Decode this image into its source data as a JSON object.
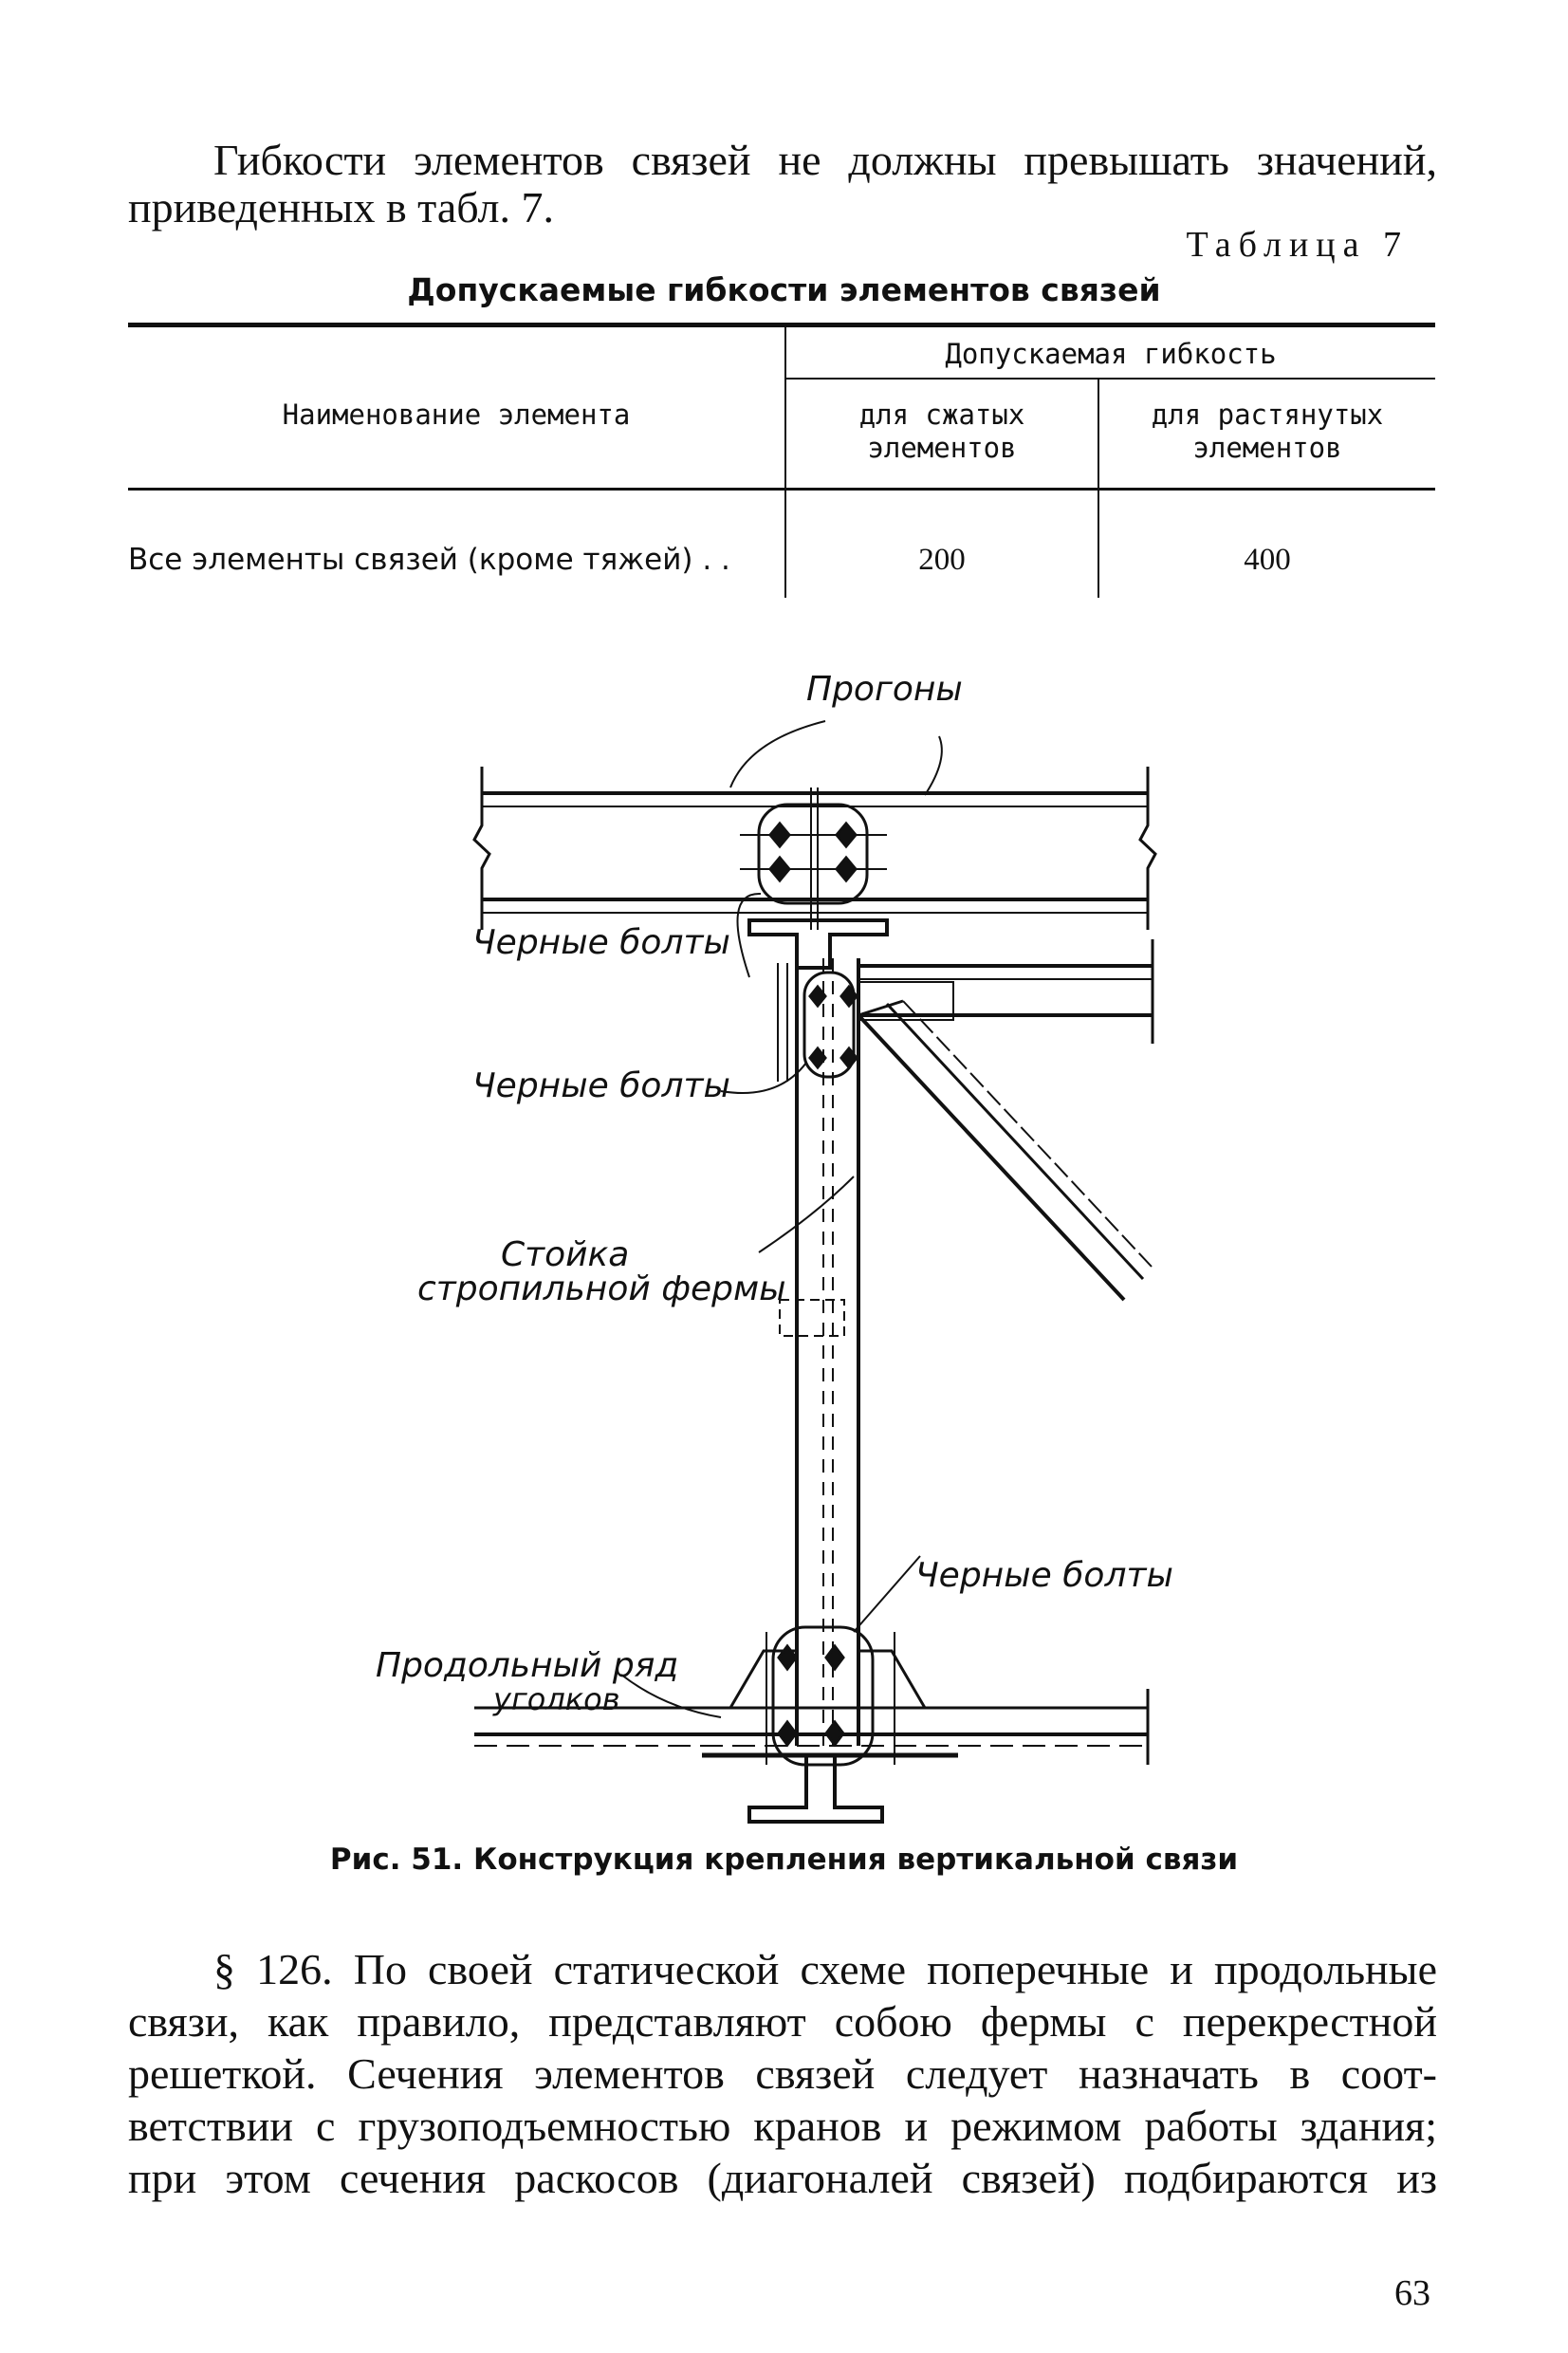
{
  "intro": {
    "line1": "Гибкости  элементов  связей  не  должны  превышать  значений,",
    "line2": "приведенных  в  табл. 7."
  },
  "table": {
    "number": "Таблица 7",
    "title": "Допускаемые гибкости элементов связей",
    "col_name_header": "Наименование элемента",
    "group_header": "Допускаемая гибкость",
    "col_compressed_line1": "для сжатых",
    "col_compressed_line2": "элементов",
    "col_tension_line1": "для растянутых",
    "col_tension_line2": "элементов",
    "rows": [
      {
        "name": "Все элементы связей (кроме тяжей) .  .",
        "compressed": "200",
        "tension": "400"
      }
    ]
  },
  "figure": {
    "label_purlins": "Прогоны",
    "label_bolts_1": "Черные болты",
    "label_bolts_2": "Черные болты",
    "label_post_line1": "Стойка",
    "label_post_line2": "стропильной фермы",
    "label_bolts_3": "Черные болты",
    "label_angles_line1": "Продольный ряд",
    "label_angles_line2": "уголков",
    "caption": "Рис. 51. Конструкция крепления вертикальной связи"
  },
  "paragraph": {
    "line1": "§  126.  По  своей  статической  схеме  поперечные  и  продольные",
    "line2": "связи,  как  правило,  представляют  собою  фермы  с  перекрестной",
    "line3": "решеткой.  Сечения  элементов  связей  следует  назначать  в  соот-",
    "line4": "ветствии  с  грузоподъемностью  кранов  и  режимом  работы  здания;",
    "line5": "при  этом  сечения  раскосов  (диагоналей  связей)  подбираются  из"
  },
  "page_number": "63"
}
